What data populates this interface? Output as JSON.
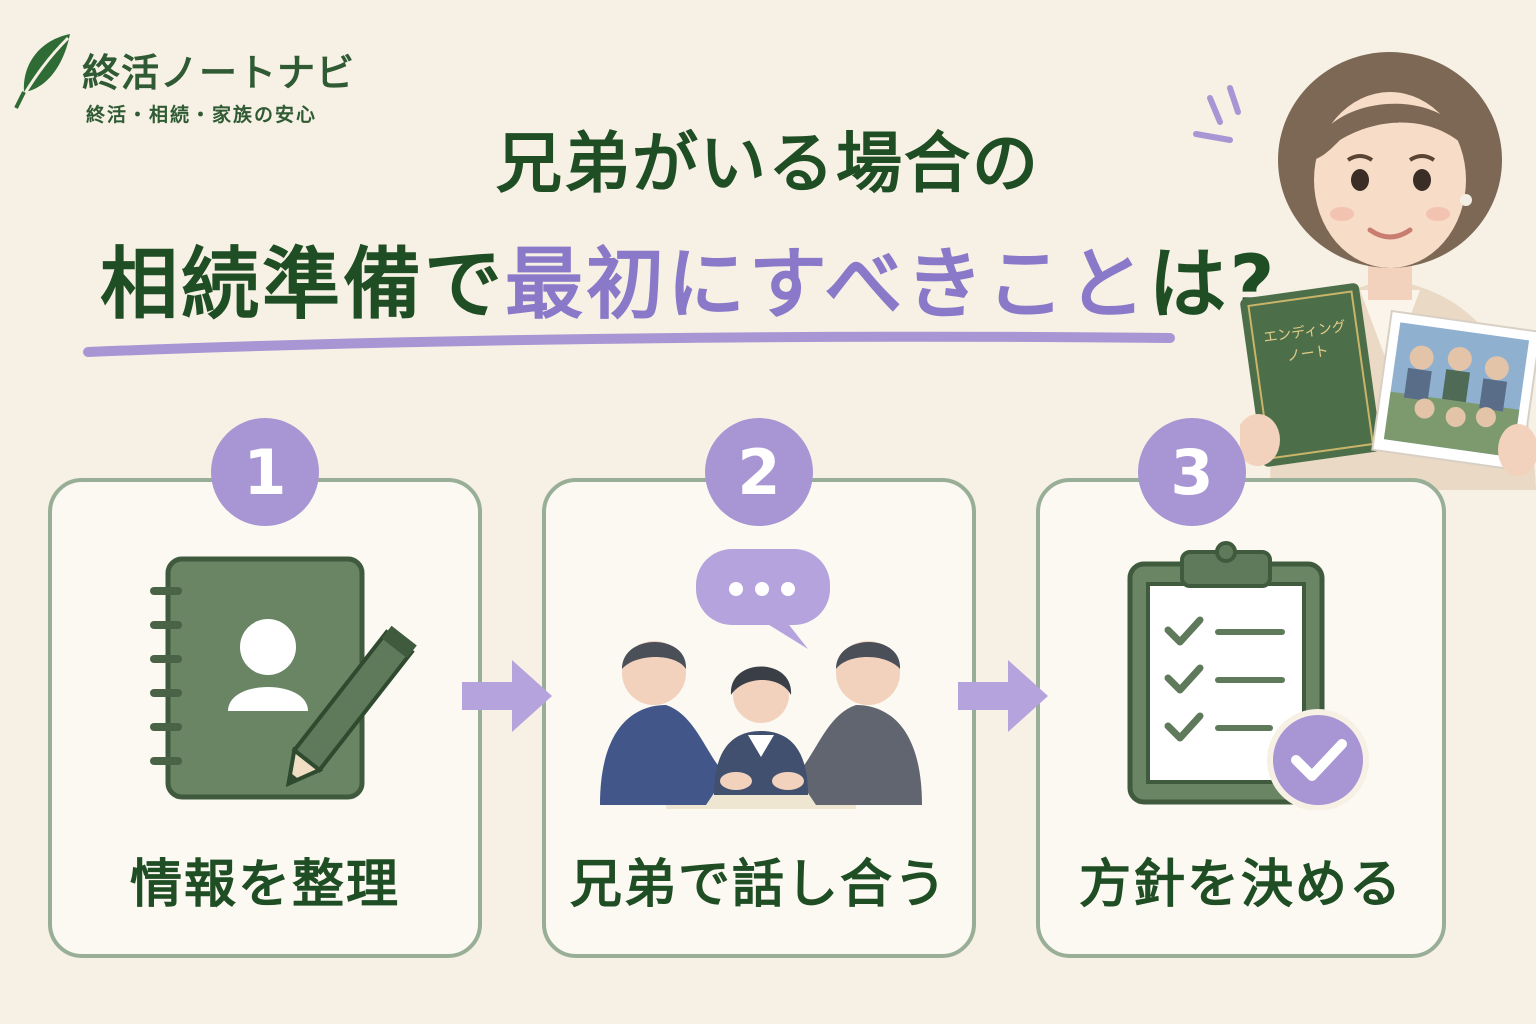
{
  "brand": {
    "name": "終活ノートナビ",
    "tagline": "終活・相続・家族の安心",
    "icon": "leaf-icon"
  },
  "headline": {
    "line1": "兄弟がいる場合の",
    "line2_part1": "相続準備",
    "line2_part2": "で",
    "line2_accent": "最初にすべきこと",
    "line2_part3": "は?"
  },
  "advisor": {
    "book_title_line1": "エンディング",
    "book_title_line2": "ノート"
  },
  "steps": [
    {
      "number": "1",
      "label": "情報を整理",
      "icon": "notebook-pencil-icon"
    },
    {
      "number": "2",
      "label": "兄弟で話し合う",
      "icon": "siblings-discussion-icon"
    },
    {
      "number": "3",
      "label": "方針を決める",
      "icon": "clipboard-check-icon"
    }
  ],
  "colors": {
    "green_dark": "#1f4d24",
    "green_mid": "#5f7a5a",
    "purple": "#a795d4",
    "accent_text": "#8a78c8",
    "background": "#f6f1e4"
  }
}
